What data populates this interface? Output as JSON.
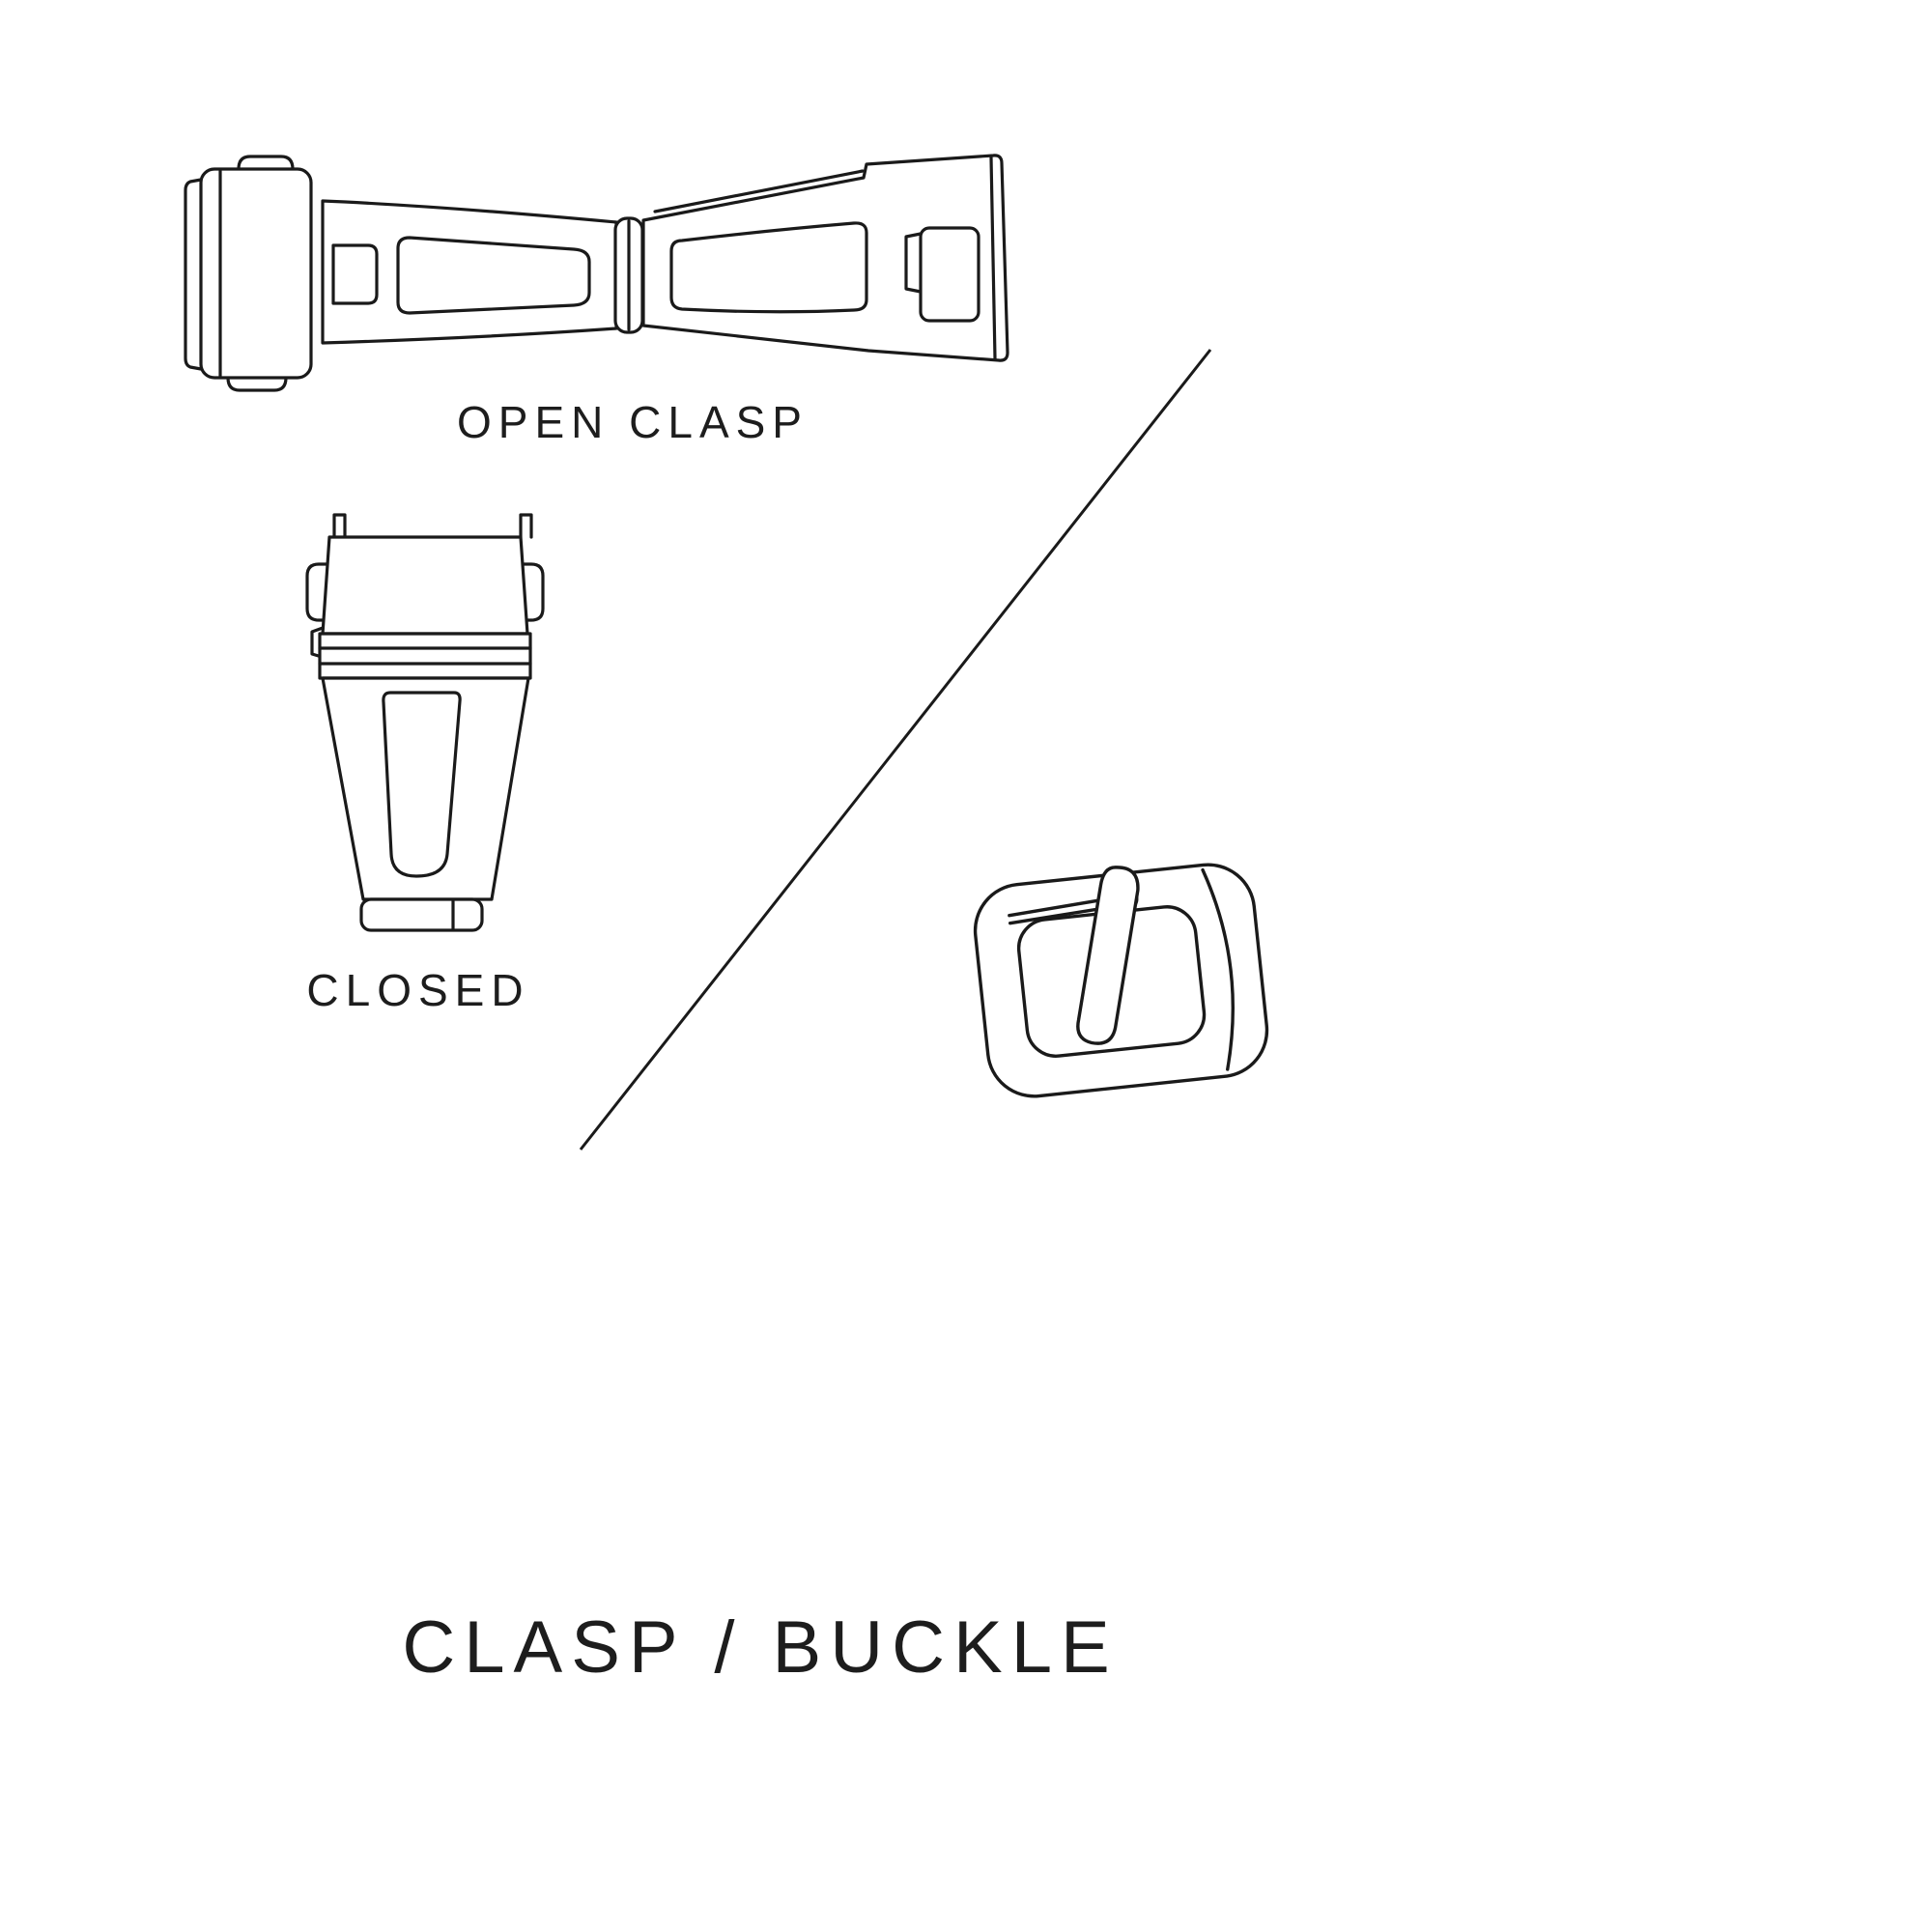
{
  "diagram": {
    "title": "CLASP / BUCKLE",
    "figures": {
      "open_clasp": {
        "label": "OPEN CLASP"
      },
      "closed_clasp": {
        "label": "CLOSED"
      },
      "buckle": {
        "label": ""
      }
    },
    "colors": {
      "line": "#1a1a1a",
      "text": "#1d1d1d",
      "background": "#ffffff"
    }
  }
}
